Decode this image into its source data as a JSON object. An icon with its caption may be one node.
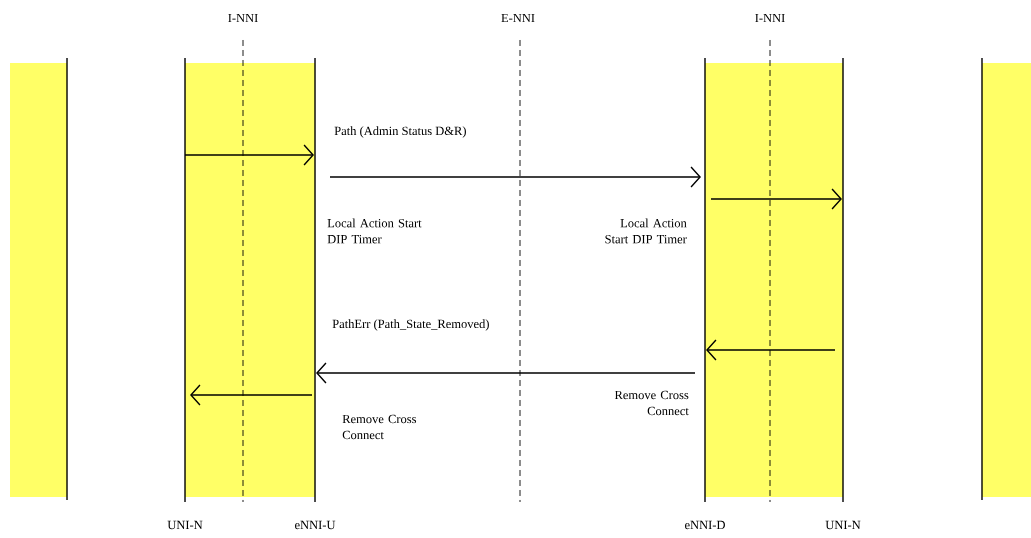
{
  "diagram": {
    "nodes": [
      {
        "text": [
          "UNI-N"
        ]
      },
      {
        "text": [
          "eNNI-U"
        ]
      },
      {
        "text": [
          "eNNI-D"
        ]
      },
      {
        "text": [
          "UNI-N"
        ]
      }
    ],
    "edges": [
      {
        "from": 0,
        "to": 1,
        "arrow": "to"
      },
      {
        "from": 1,
        "to": 2,
        "arrow": "to",
        "label": "Path (Admin Status D&R)"
      },
      {
        "from": 2,
        "to": 3,
        "arrow": "to"
      },
      {
        "from": 3,
        "to": 2,
        "arrow": "to"
      },
      {
        "from": 2,
        "to": 1,
        "arrow": "to",
        "label": "PathErr (Path_State_Removed)"
      },
      {
        "from": 1,
        "to": 0,
        "arrow": "to"
      }
    ],
    "labels": [
      "I-NNI",
      "E-NNI",
      "I-NNI",
      "Local Action Start DIP Timer",
      "Local Action Start DIP Timer",
      "Remove Cross Connect",
      "Remove Cross Connect"
    ]
  }
}
